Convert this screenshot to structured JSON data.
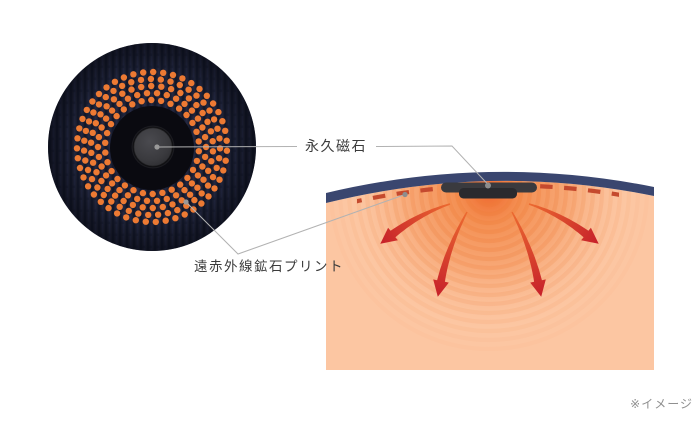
{
  "labels": {
    "permanent_magnet": "永久磁石",
    "mineral_print": "遠赤外線鉱石プリント",
    "note": "※イメージ"
  },
  "colors": {
    "background": "#ffffff",
    "fabric_base": "#1d2134",
    "fabric_rib_dark": "#12162a",
    "fabric_rib_light": "#2a3052",
    "inner_disc": "#0a0a10",
    "magnet_gray_light": "#4a4a4f",
    "magnet_gray": "#3a3a3e",
    "magnet_gray_dark": "#2a2a2e",
    "dot_orange": "#ed7a33",
    "band_navy": "#3a466f",
    "skin": "#fcc6a2",
    "glow_core": "#ee6227",
    "glow_mid": "#f2823f",
    "ripple_orange": "#ee7a35",
    "surface_dash": "#c54a2e",
    "arrow_start": "#ec6a30",
    "arrow_end": "#c6202a",
    "leader_line": "#b2b2b2",
    "leader_dot": "#999999",
    "label_text": "#3b3b3b",
    "note_text": "#909090"
  }
}
